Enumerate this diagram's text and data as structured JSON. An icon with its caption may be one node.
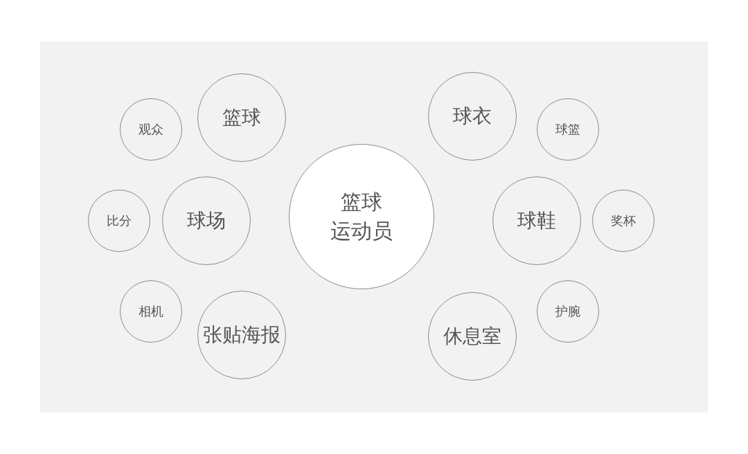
{
  "diagram": {
    "nodes": [
      {
        "text": [
          "观众"
        ]
      },
      {
        "text": [
          "篮球"
        ]
      },
      {
        "text": [
          "球衣"
        ]
      },
      {
        "text": [
          "球篮"
        ]
      },
      {
        "text": [
          "比分"
        ]
      },
      {
        "text": [
          "球场"
        ]
      },
      {
        "text": [
          "篮球运动员"
        ]
      },
      {
        "text": [
          "球鞋"
        ]
      },
      {
        "text": [
          "奖杯"
        ]
      },
      {
        "text": [
          "相机"
        ]
      },
      {
        "text": [
          "张贴海报"
        ]
      },
      {
        "text": [
          "休息室"
        ]
      },
      {
        "text": [
          "护腕"
        ]
      }
    ]
  }
}
